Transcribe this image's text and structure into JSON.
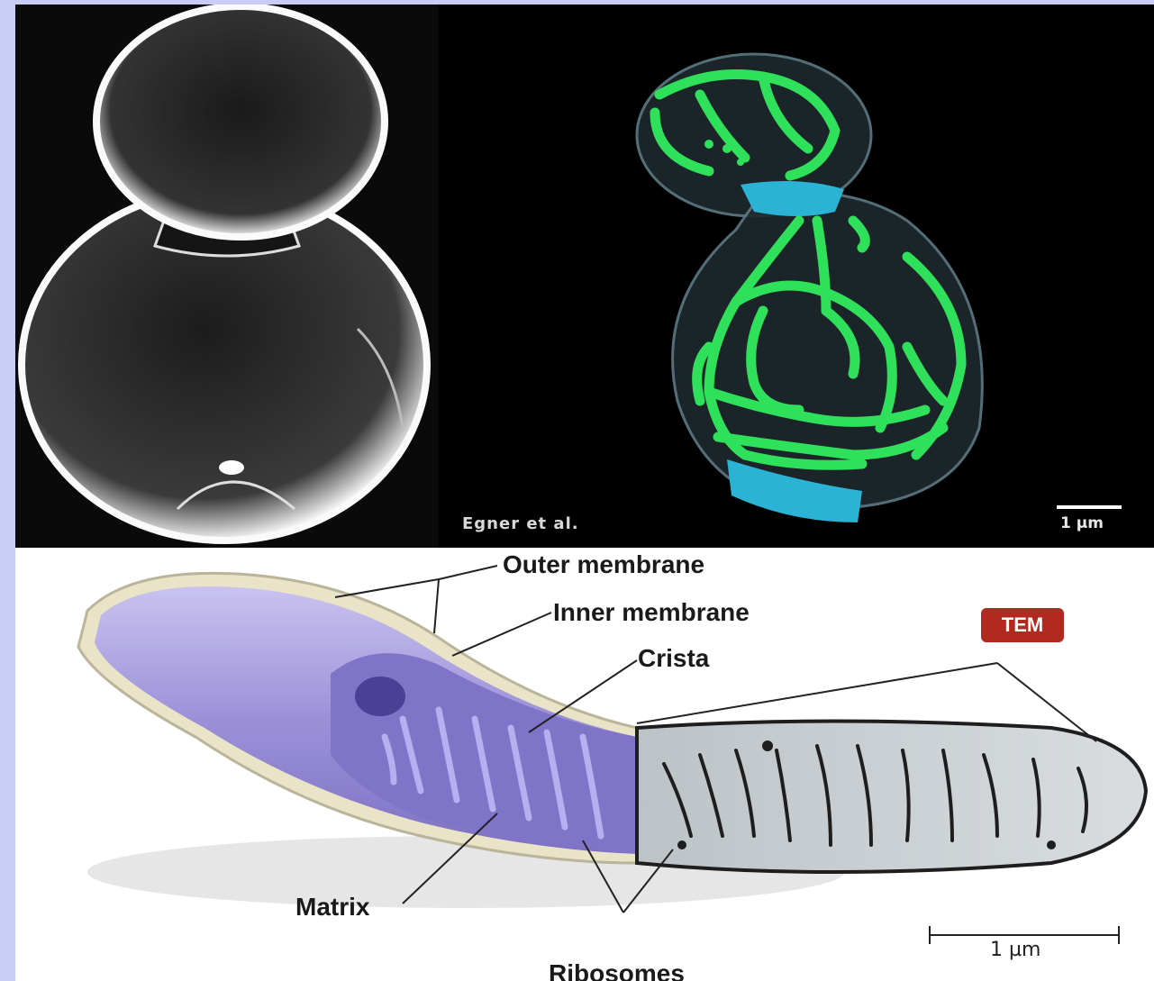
{
  "top_left": {
    "kind": "SEM image of budding yeast cell"
  },
  "top_right": {
    "credit": "Egner et al.",
    "scale_label": "1 µm",
    "colors": {
      "mitochondria": "#2fe05a",
      "bud_neck": "#2bb3d6"
    }
  },
  "diagram": {
    "labels": {
      "outer_membrane": "Outer membrane",
      "inner_membrane": "Inner membrane",
      "crista": "Crista",
      "matrix": "Matrix",
      "ribosomes": "Ribosomes"
    },
    "badge": "TEM",
    "scale_label": "1 µm",
    "colors": {
      "membrane": "#9b90d8",
      "badge": "#b22a1f"
    }
  }
}
